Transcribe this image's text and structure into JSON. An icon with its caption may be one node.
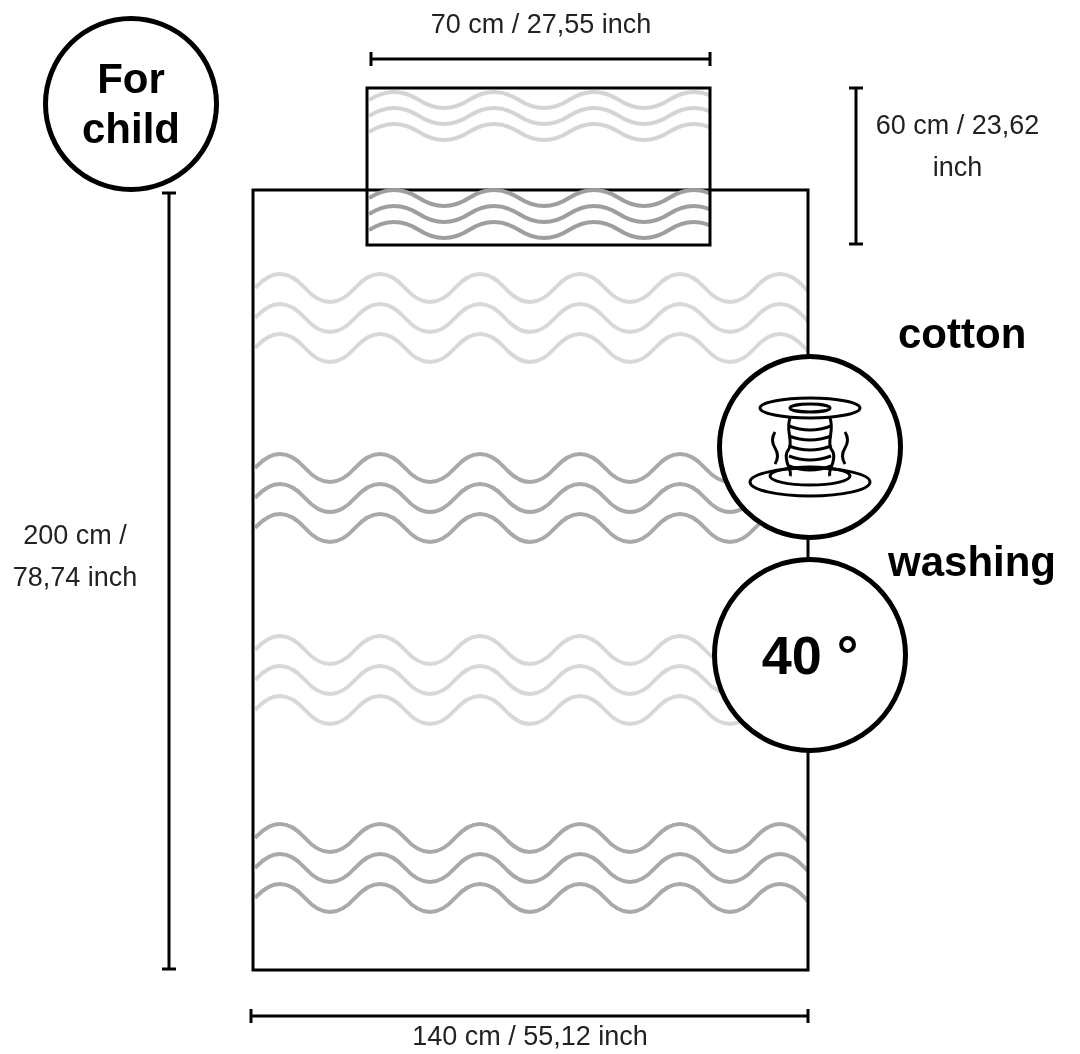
{
  "diagram": {
    "nodes": [
      {
        "text": [
          "For child"
        ]
      },
      {
        "text": [
          "cotton"
        ]
      },
      {
        "text": [
          "washing",
          "40 °"
        ]
      }
    ],
    "labels": [
      "70 cm / 27,55 inch",
      "60 cm / 23,62 inch",
      "200 cm / 78,74 inch",
      "140 cm / 55,12 inch"
    ]
  }
}
